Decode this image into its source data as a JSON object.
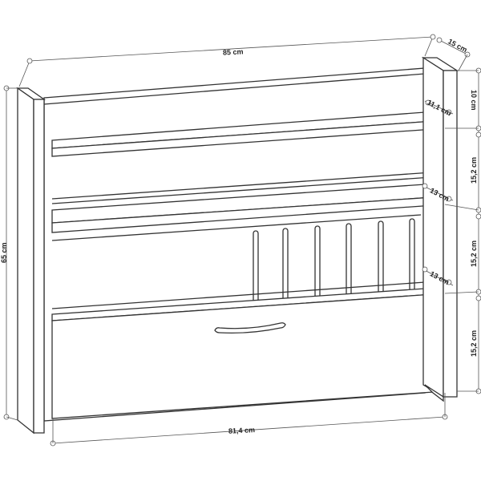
{
  "dimensions": {
    "width": "85 cm",
    "depth": "15 cm",
    "top_height": "10 cm",
    "top_shelf_depth": "11,1 cm",
    "section_1": "15,2 cm",
    "section_2": "15,2 cm",
    "section_3": "15,2 cm",
    "shelf_depth_middle": "13 cm",
    "shelf_depth_lower": "13 cm",
    "total_height": "65 cm",
    "inner_width": "81,4 cm"
  }
}
